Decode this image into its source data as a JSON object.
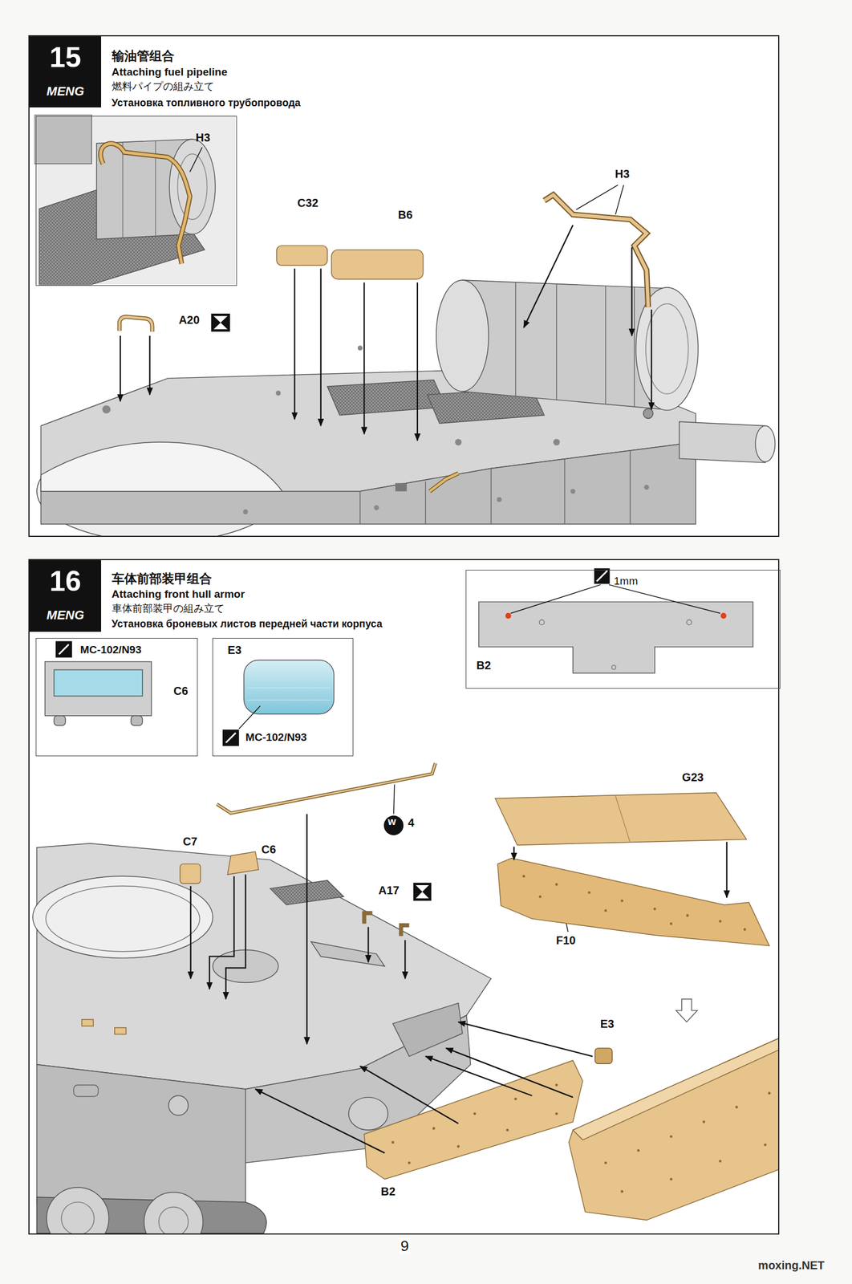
{
  "diagram": {
    "nodes": [
      {
        "text": [
          "输油管组合",
          "Attaching fuel pipeline",
          "燃料パイプの組み立て",
          "Установка топливного трубопровода"
        ]
      },
      {
        "text": [
          "15",
          "MENG"
        ],
        "in": 0
      },
      {
        "text": [
          "H3"
        ],
        "in": 0
      },
      {
        "text": [
          "车体前部装甲组合",
          "Attaching front hull armor",
          "車体前部装甲の組み立て",
          "Установка броневых листов передней части корпуса"
        ]
      },
      {
        "text": [
          "16",
          "MENG"
        ],
        "in": 3
      },
      {
        "text": [
          "MC-102/N93",
          "C6"
        ],
        "in": 3
      },
      {
        "text": [
          "E3",
          "MC-102/N93"
        ],
        "in": 3
      },
      {
        "text": [
          "1mm",
          "B2"
        ],
        "in": 3
      }
    ],
    "labels": [
      "C32",
      "B6",
      "H3",
      "A20",
      "C7",
      "C6",
      "w",
      "4",
      "A17",
      "G23",
      "F10",
      "E3",
      "B2",
      "9",
      "moxing.NET"
    ]
  }
}
